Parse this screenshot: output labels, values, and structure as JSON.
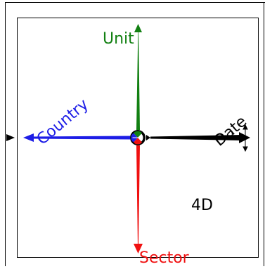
{
  "diagram": {
    "axes": {
      "unit": {
        "label": "Unit",
        "color": "#128012"
      },
      "country": {
        "label": "Country",
        "color": "#1d1de6"
      },
      "date": {
        "label": "Date",
        "color": "#000000"
      },
      "sector": {
        "label": "Sector",
        "color": "#f01010"
      }
    },
    "dimension_label": "4D",
    "colors": {
      "frame": "#000000",
      "background": "#ffffff"
    },
    "icons": [
      "play-marker-icon",
      "vertical-resize-icon",
      "center-hub-icon"
    ]
  }
}
